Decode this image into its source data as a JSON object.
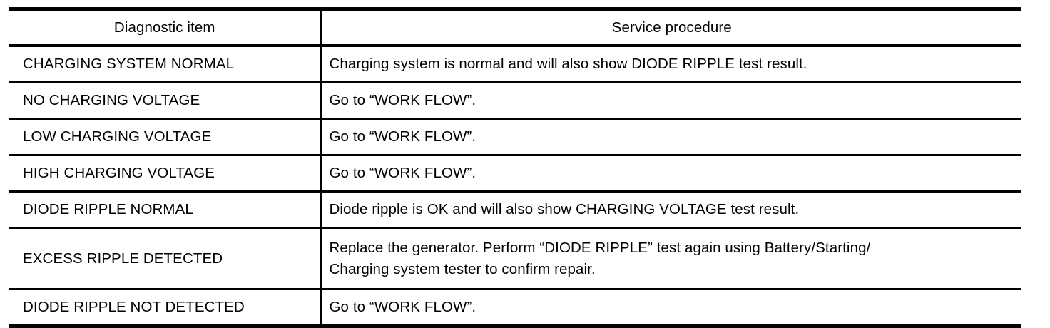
{
  "table": {
    "columns": [
      {
        "key": "diagnostic_item",
        "header": "Diagnostic item"
      },
      {
        "key": "service_procedure",
        "header": "Service procedure"
      }
    ],
    "rows": [
      {
        "diagnostic_item": "CHARGING SYSTEM NORMAL",
        "service_procedure": "Charging system is normal and will also show DIODE RIPPLE test result."
      },
      {
        "diagnostic_item": "NO CHARGING VOLTAGE",
        "service_procedure": "Go to “WORK FLOW”."
      },
      {
        "diagnostic_item": "LOW CHARGING VOLTAGE",
        "service_procedure": "Go to “WORK FLOW”."
      },
      {
        "diagnostic_item": "HIGH CHARGING VOLTAGE",
        "service_procedure": "Go to “WORK FLOW”."
      },
      {
        "diagnostic_item": "DIODE RIPPLE NORMAL",
        "service_procedure": "Diode ripple is OK and will also show CHARGING VOLTAGE test result."
      },
      {
        "diagnostic_item": "EXCESS RIPPLE DETECTED",
        "service_procedure": "Replace the generator. Perform “DIODE RIPPLE” test again using Battery/Starting/\nCharging system tester to confirm repair."
      },
      {
        "diagnostic_item": "DIODE RIPPLE NOT DETECTED",
        "service_procedure": "Go to “WORK FLOW”."
      }
    ]
  },
  "colors": {
    "rule": "#000000",
    "text": "#000000",
    "background": "#ffffff"
  }
}
